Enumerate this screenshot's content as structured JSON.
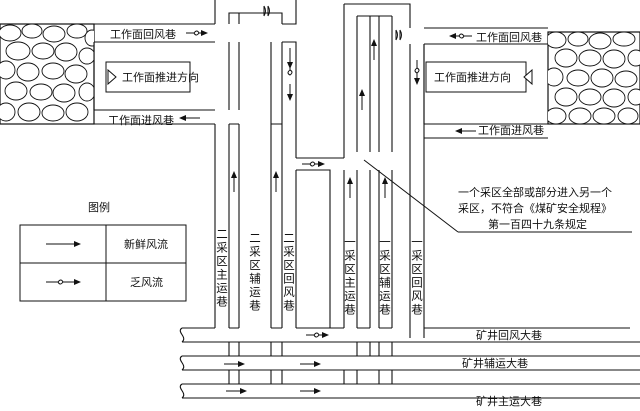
{
  "labels": {
    "work_face_return_airway_left": "工作面回风巷",
    "work_face_return_airway_right": "工作面回风巷",
    "work_face_advance_direction_left": "工作面推进方向",
    "work_face_advance_direction_right": "工作面推进方向",
    "work_face_intake_airway_left": "工作面进风巷",
    "work_face_intake_airway_right": "工作面进风巷",
    "panel2_main_haulage": "二采区主运巷",
    "panel2_aux_haulage": "二采区辅运巷",
    "panel2_return": "二采区回风巷",
    "panel1_main_haulage": "一采区主运巷",
    "panel1_aux_haulage": "一采区辅运巷",
    "panel1_return": "一采区回风巷",
    "mine_return_main": "矿井回风大巷",
    "mine_aux_haulage_main": "矿井辅运大巷",
    "mine_main_haulage_main": "矿井主运大巷"
  },
  "note": {
    "lines": [
      "一个采区全部或部分进入另一个",
      "采区，不符合《煤矿安全规程》",
      "第一百四十九条规定"
    ]
  },
  "legend": {
    "title": "图例",
    "items": [
      {
        "label": "新鲜风流",
        "icon": "fresh-air-arrow-icon"
      },
      {
        "label": "乏风流",
        "icon": "exhaust-air-arrow-icon"
      }
    ]
  }
}
